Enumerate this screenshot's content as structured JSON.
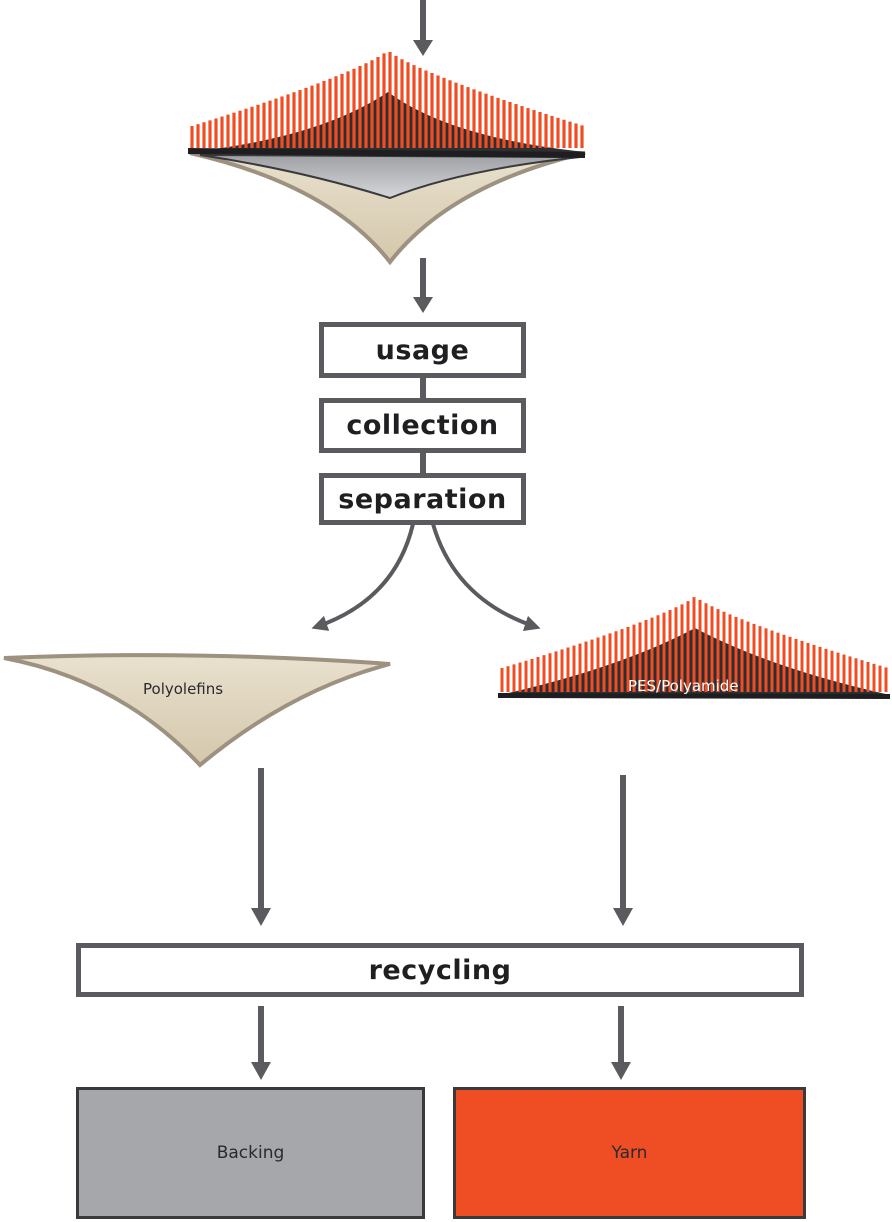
{
  "diagram": {
    "steps": [
      "usage",
      "collection",
      "separation"
    ],
    "recycling_label": "recycling",
    "branches": {
      "left_label": "Polyolefins",
      "right_label": "PES/Polyamide"
    },
    "outputs": {
      "left_label": "Backing",
      "right_label": "Yarn"
    },
    "colors": {
      "arrow": "#5b5b5f",
      "fiber": "#ef4e24",
      "backing_material": "#d8ccb4",
      "backing_output": "#a6a7ab",
      "yarn_output": "#ef4e24"
    }
  }
}
